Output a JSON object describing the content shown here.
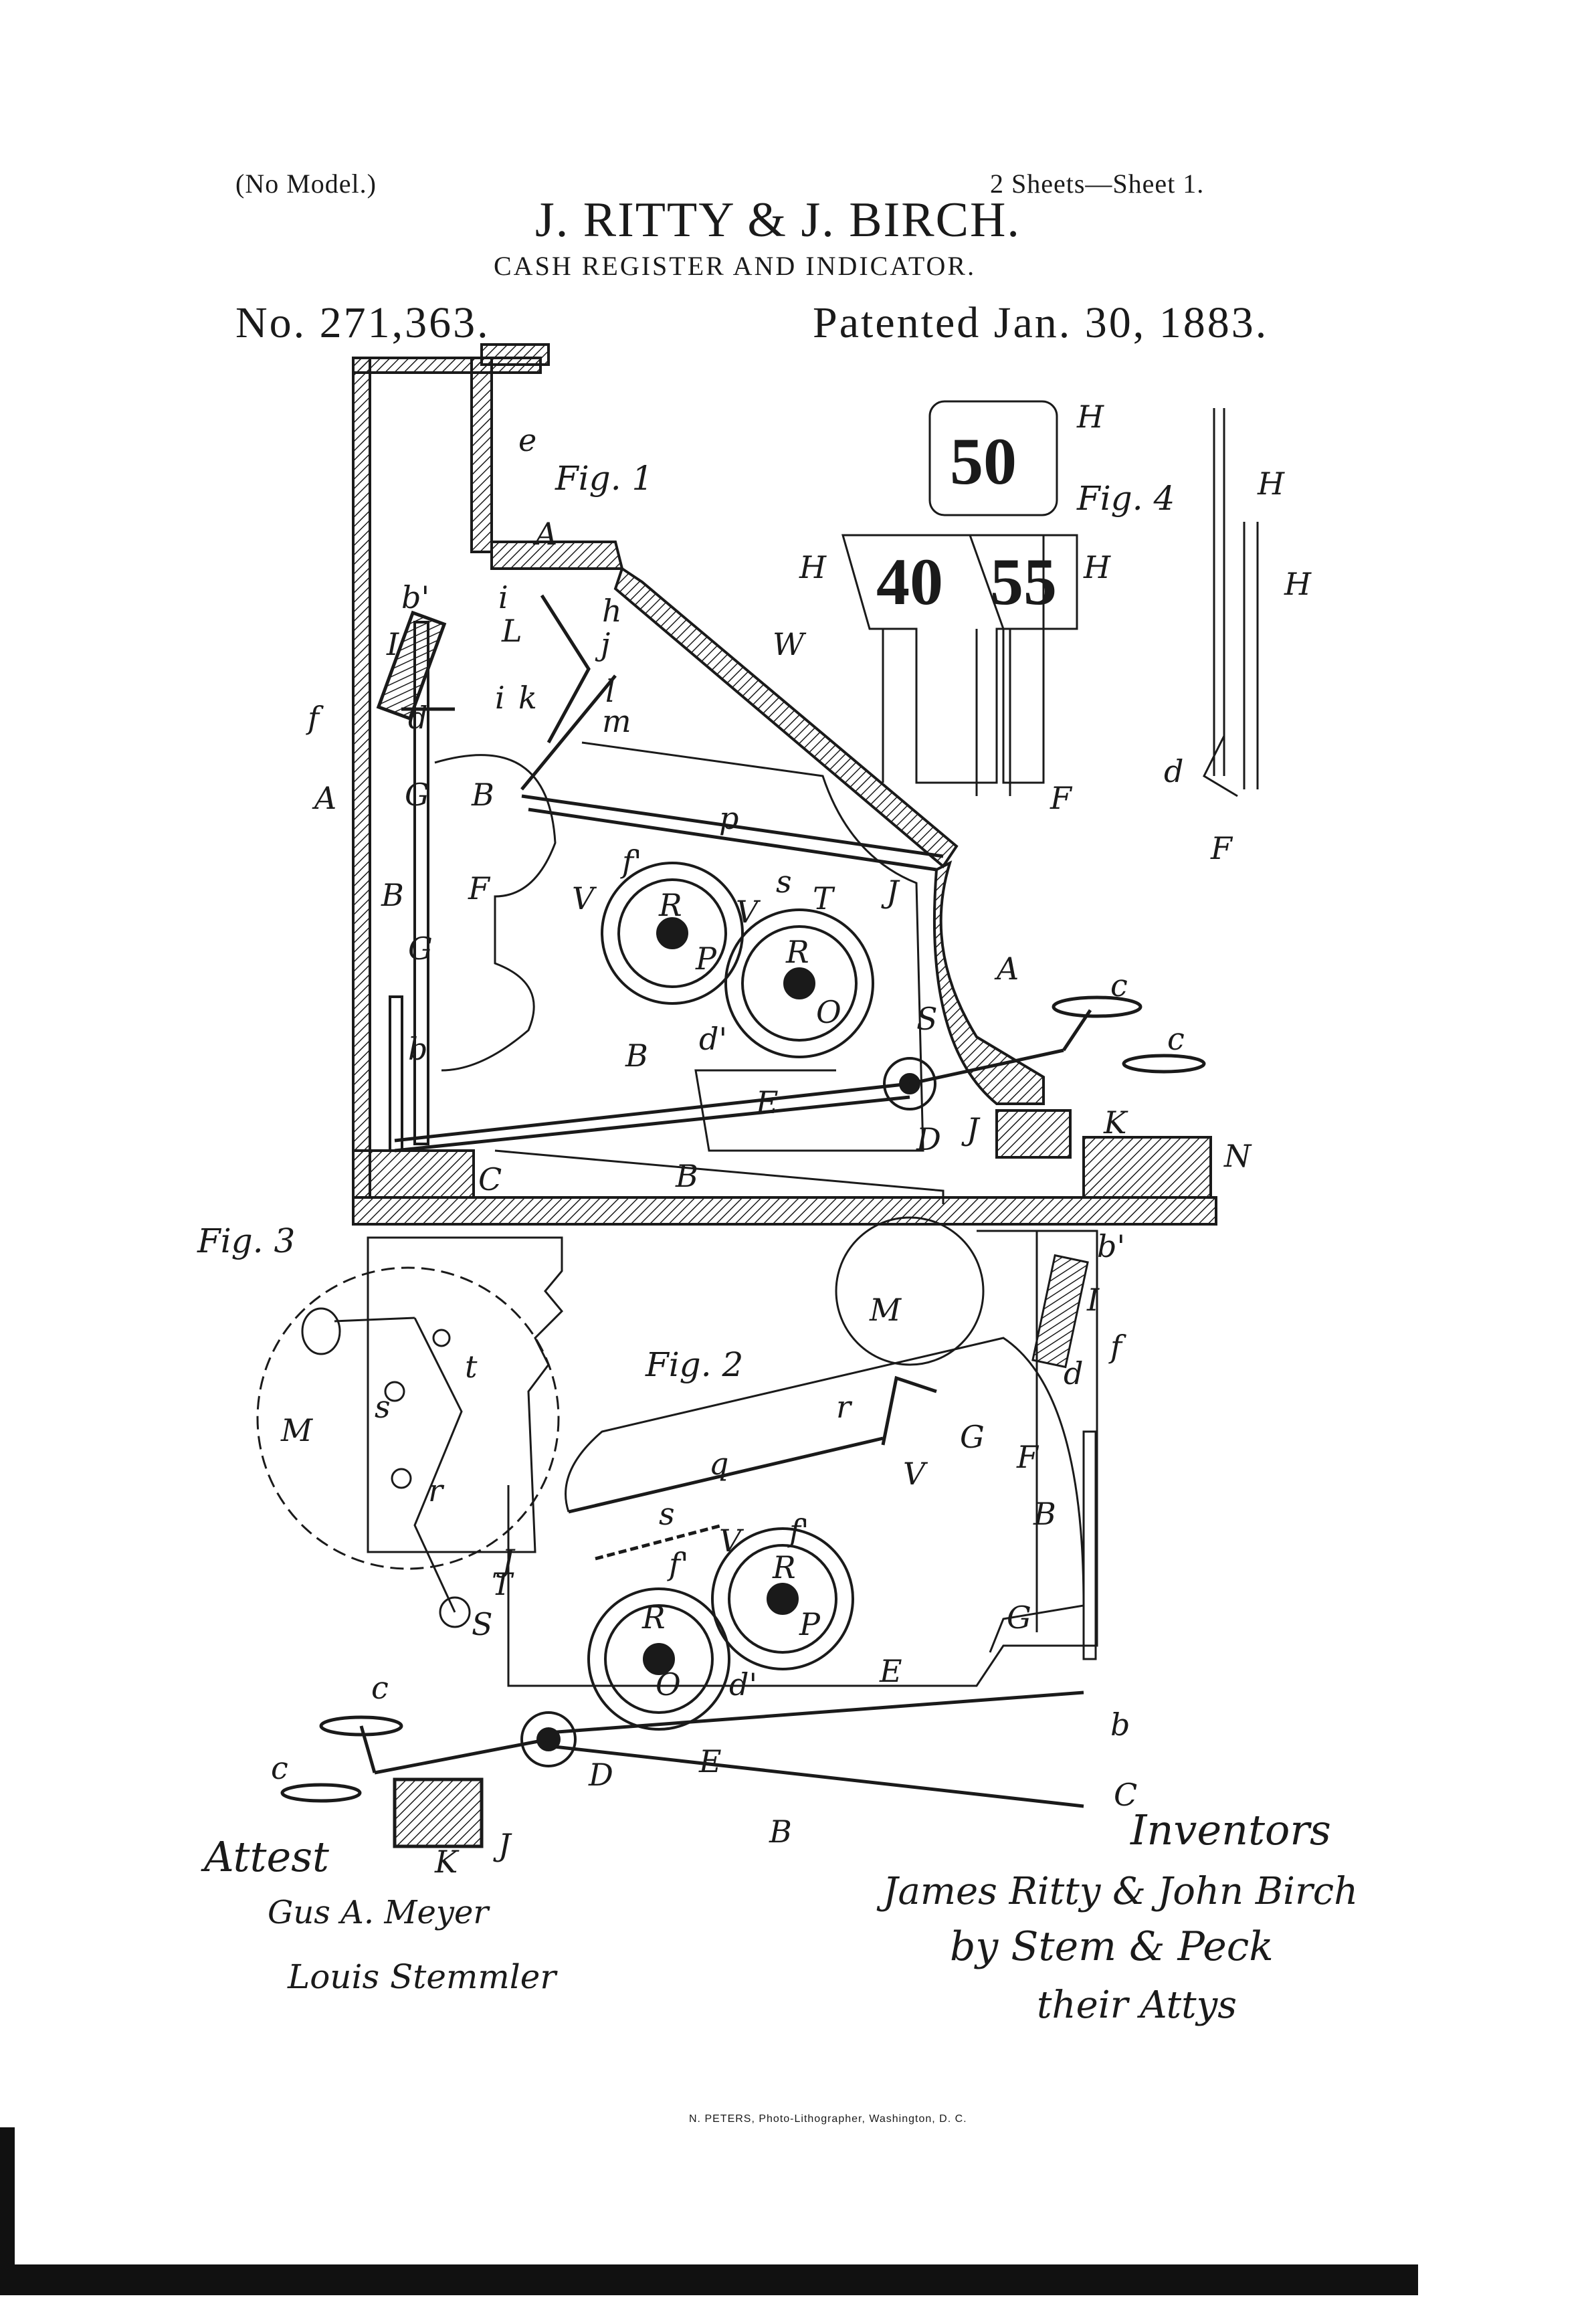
{
  "header": {
    "model_note": "(No Model.)",
    "sheet_note": "2 Sheets—Sheet 1.",
    "inventors": "J. RITTY & J. BIRCH.",
    "title": "CASH REGISTER AND INDICATOR.",
    "patent_number": "No. 271,363.",
    "patent_date": "Patented Jan. 30, 1883."
  },
  "figures": {
    "fig1": "Fig. 1",
    "fig2": "Fig. 2",
    "fig3": "Fig. 3",
    "fig4": "Fig. 4"
  },
  "indicator_numbers": [
    "50",
    "40",
    "55"
  ],
  "labels": {
    "A": "A",
    "B": "B",
    "C": "C",
    "D": "D",
    "E": "E",
    "F": "F",
    "G": "G",
    "H": "H",
    "I": "I",
    "J": "J",
    "K": "K",
    "L": "L",
    "M": "M",
    "N": "N",
    "O": "O",
    "P": "P",
    "R": "R",
    "S": "S",
    "T": "T",
    "V": "V",
    "W": "W",
    "b": "b",
    "b_prime": "b'",
    "c": "c",
    "d": "d",
    "d_prime": "d'",
    "e": "e",
    "f": "f",
    "f_prime": "f'",
    "h": "h",
    "i": "i",
    "j": "j",
    "k": "k",
    "l": "l",
    "m": "m",
    "p": "p",
    "q": "q",
    "r": "r",
    "s": "s",
    "t": "t"
  },
  "attest": {
    "heading": "Attest",
    "witness_1": "Gus A. Meyer",
    "witness_2": "Louis Stemmler"
  },
  "inventors_block": {
    "heading": "Inventors",
    "names": "James Ritty & John Birch",
    "by_line": "by Stem & Peck",
    "attys": "their Attys"
  },
  "footer": {
    "lithographer": "N. PETERS, Photo-Lithographer, Washington, D. C."
  },
  "colors": {
    "ink": "#1a1a1a",
    "paper": "#ffffff"
  }
}
